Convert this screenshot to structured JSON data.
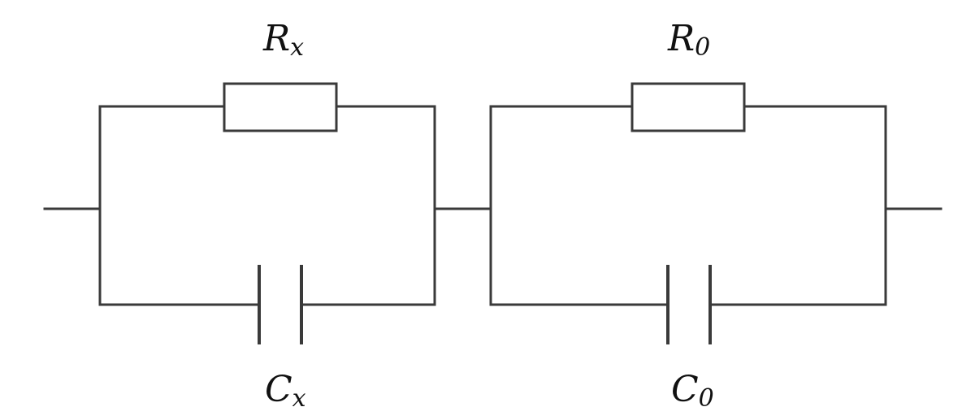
{
  "diagram": {
    "labels": {
      "rx": {
        "main": "R",
        "sub": "x"
      },
      "r0": {
        "main": "R",
        "sub": "0"
      },
      "cx": {
        "main": "C",
        "sub": "x"
      },
      "c0": {
        "main": "C",
        "sub": "0"
      }
    },
    "line_color": "#3a3a3a"
  }
}
